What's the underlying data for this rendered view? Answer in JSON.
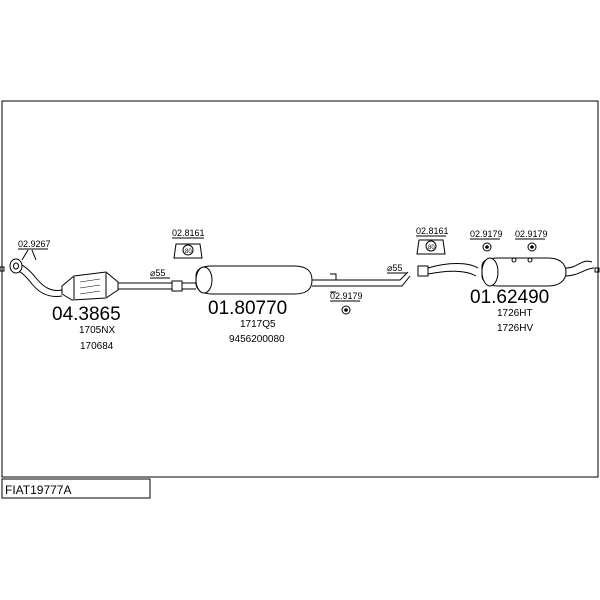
{
  "drawing_title": "FIAT19777A",
  "parts": {
    "catalyst": {
      "number": "04.3865",
      "refs": [
        "1705NX",
        "170684"
      ]
    },
    "middle_silencer": {
      "number": "01.80770",
      "refs": [
        "1717Q5",
        "9456200080"
      ]
    },
    "rear_silencer": {
      "number": "01.62490",
      "refs": [
        "1726HT",
        "1726HV"
      ]
    }
  },
  "fittings": {
    "gasket": "02.9267",
    "mount_a": "02.8161",
    "mount_b": "02.8161",
    "clamp_mid": "02.9179",
    "clamp_rear_1": "02.9179",
    "clamp_rear_2": "02.9179"
  },
  "diameters": {
    "d1": "⌀55",
    "d2": "⌀55"
  },
  "mount_symbol": "80"
}
